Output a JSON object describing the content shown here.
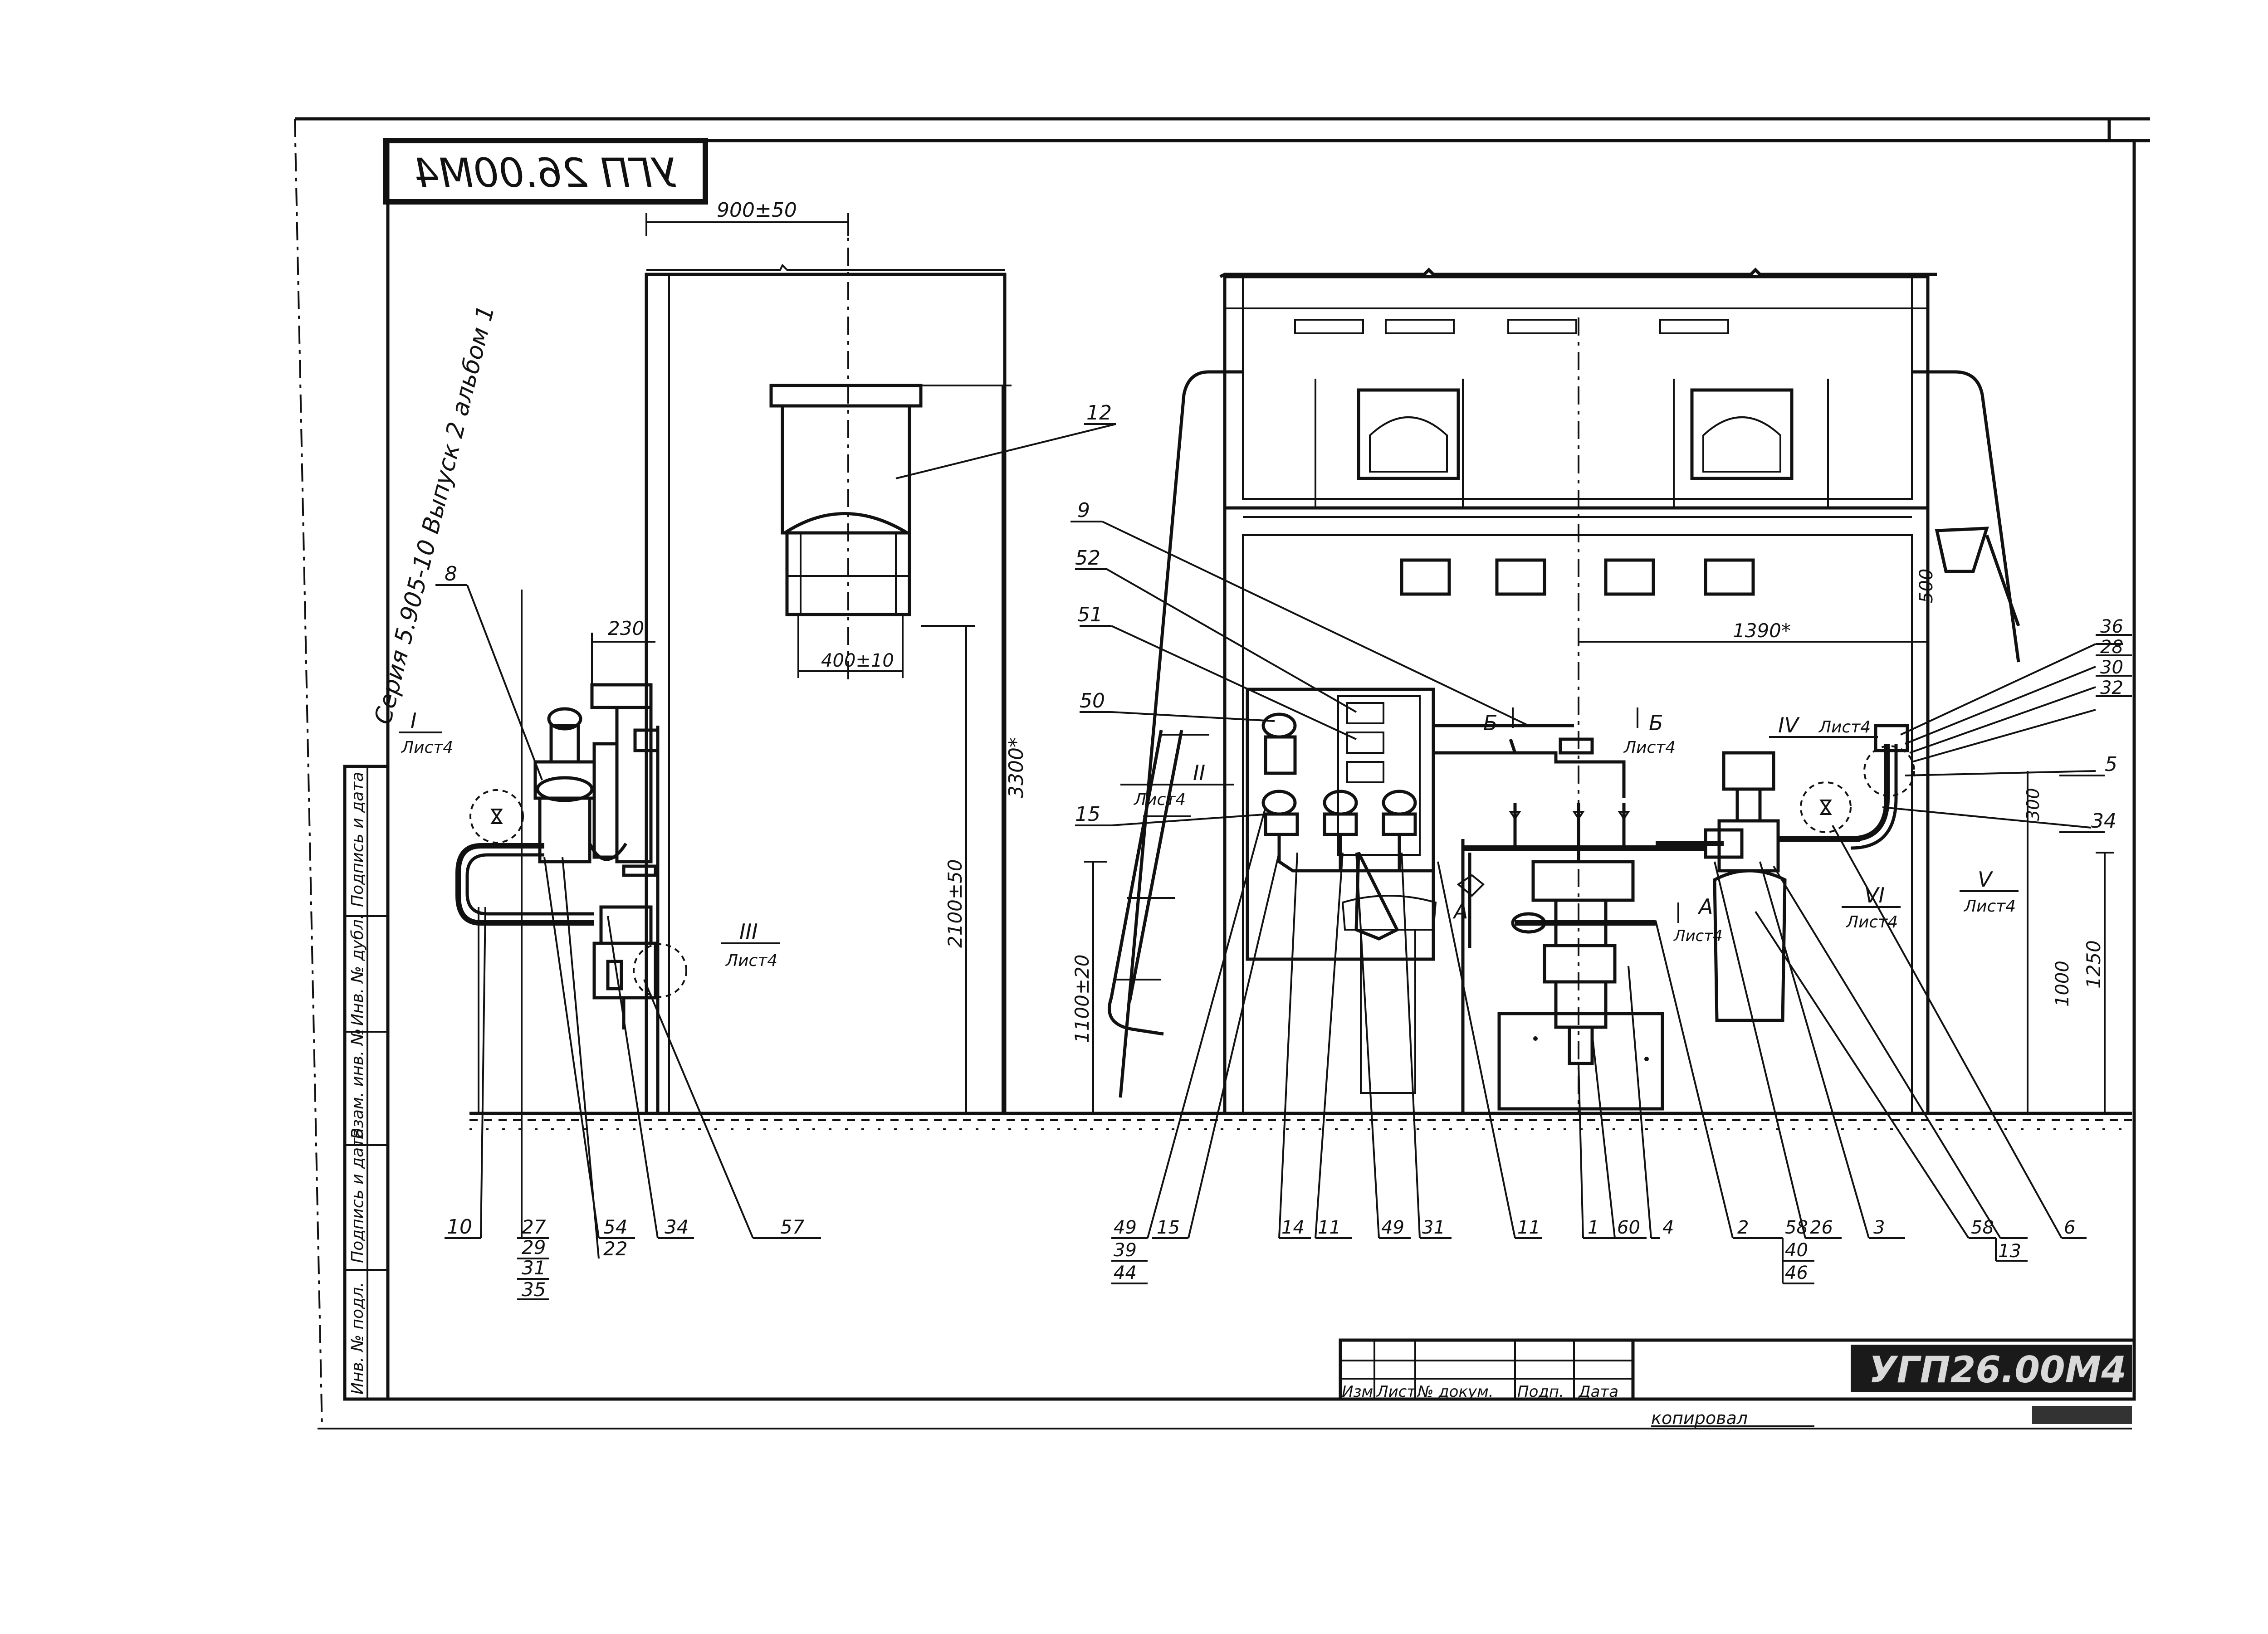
{
  "drawing": {
    "code_mirrored": "УГП 26.00М4",
    "code_stamp": "УГП26.00М4",
    "series_note": "Серия 5.905-10 Выпуск 2 альбом 1",
    "copied_by": "копировал"
  },
  "side_table": [
    "Инв. № подл.",
    "Подпись и дата",
    "Взам. инв. №",
    "Инв. № дубл.",
    "Подпись и дата"
  ],
  "title_block": [
    "Изм",
    "Лист",
    "№ докум.",
    "Подп.",
    "Дата"
  ],
  "dimensions": {
    "d900": "900±50",
    "d230": "230",
    "d400": "400±10",
    "d2100": "2100±50",
    "d3300": "3300*",
    "d1100": "1100±20",
    "d1390": "1390*",
    "d500": "500",
    "d300": "300",
    "d1250": "1250",
    "d1000": "1000"
  },
  "views": {
    "I": "I",
    "II": "II",
    "III": "III",
    "IV": "IV",
    "V": "V",
    "VI": "VI",
    "sheet_ref": "Лист4",
    "sec_a": "А",
    "sec_b": "Б"
  },
  "callouts": {
    "c12": "12",
    "c9": "9",
    "c52": "52",
    "c51": "51",
    "c50": "50",
    "c15": "15",
    "c8": "8",
    "c36": "36",
    "c28": "28",
    "c30": "30",
    "c32": "32",
    "c5": "5",
    "c34r": "34",
    "b10": "10",
    "b27": "27",
    "b29": "29",
    "b31": "31",
    "b35": "35",
    "b54": "54",
    "b22": "22",
    "b34": "34",
    "b57": "57",
    "b49a": "49",
    "b39": "39",
    "b44": "44",
    "b15": "15",
    "b14": "14",
    "b11a": "11",
    "b49b": "49",
    "b31b": "31",
    "b11b": "11",
    "b1": "1",
    "b60": "60",
    "b4": "4",
    "b2": "2",
    "b58a": "58",
    "b40": "40",
    "b46": "46",
    "b26": "26",
    "b3": "3",
    "b58b": "58",
    "b13": "13",
    "b6": "6"
  }
}
